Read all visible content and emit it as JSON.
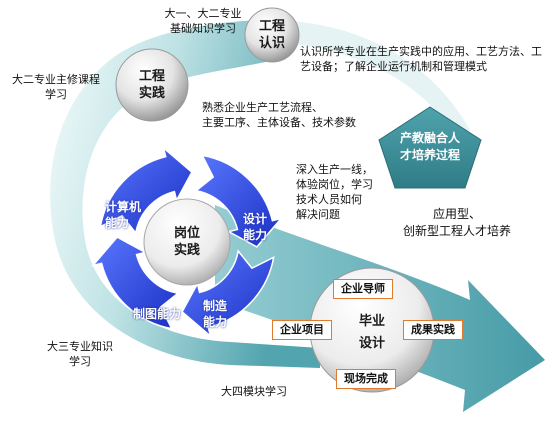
{
  "stages": {
    "cognition": {
      "line1": "工程",
      "line2": "认识"
    },
    "practice": {
      "line1": "工程",
      "line2": "实践"
    },
    "post_practice": {
      "line1": "岗位",
      "line2": "实践"
    },
    "design": {
      "line1": "毕业",
      "line2": "设计"
    }
  },
  "annotations": {
    "year12_foundation": {
      "line1": "大一、大二专业",
      "line2": "基础知识学习"
    },
    "cognition_desc": {
      "line1": "认识所学专业在生产实践中的应用、工艺方法、工",
      "line2": "艺设备；了解企业运行机制和管理模式"
    },
    "year12_core": {
      "line1": "大二专业主修课程",
      "line2": "学习"
    },
    "practice_desc": {
      "line1": "熟悉企业生产工艺流程、",
      "line2": "主要工序、主体设备、技术参数"
    },
    "post_desc": {
      "line1": "深入生产一线，",
      "line2": "体验岗位，学习",
      "line3": "技术人员如何",
      "line4": "解决问题"
    },
    "goal": {
      "line1": "应用型、",
      "line2": "创新型工程人才培养"
    },
    "year3": {
      "line1": "大三专业知识",
      "line2": "学习"
    },
    "year4": "大四模块学习"
  },
  "pentagon": {
    "line1": "产教融合人",
    "line2": "才培养过程"
  },
  "cycle_segments": {
    "computer": {
      "line1": "计算机",
      "line2": "能力"
    },
    "design": {
      "line1": "设计",
      "line2": "能力"
    },
    "drawing": "制图能力",
    "manufacturing": {
      "line1": "制造",
      "line2": "能力"
    }
  },
  "design_boxes": {
    "mentor": "企业导师",
    "project": "企业项目",
    "results": "成果实践",
    "completion": "现场完成"
  },
  "colors": {
    "band_light": "#dff3f4",
    "band_dark": "#3f9aa6",
    "pentagon": "#3f8f98",
    "cycle_blue": "#1f3ad8",
    "box_border": "#e07a2e"
  }
}
